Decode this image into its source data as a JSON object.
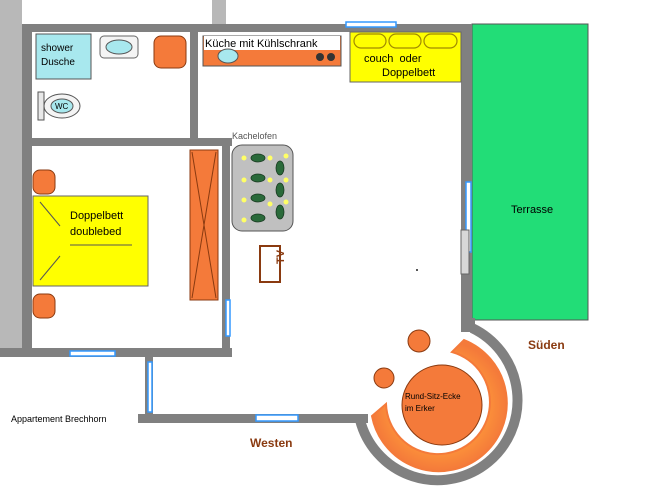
{
  "rooms": {
    "shower": {
      "line1": "shower",
      "line2": "Dusche"
    },
    "wc": "WC",
    "kitchen": "Küche mit Kühlschrank",
    "couch": {
      "line1": "couch  oder",
      "line2": "Doppelbett"
    },
    "stove": "Kachelofen",
    "bed": {
      "line1": "Doppelbett",
      "line2": "doublebed"
    },
    "tv": "TV",
    "terrace": "Terrasse",
    "bay": {
      "line1": "Rund-Sitz-Ecke",
      "line2": "im Erker"
    }
  },
  "directions": {
    "south": "Süden",
    "west": "Westen"
  },
  "apartment_name": "Appartement Brechhorn",
  "colors": {
    "wall": "#808080",
    "terrace": "#22dd77",
    "bed": "#ffff00",
    "furniture": "#f47a3a",
    "furniture_stroke": "#8a3a10",
    "tile_stove": "#c0c0c0",
    "window": "#3399ff",
    "shower": "#a8e8ee",
    "direction_text": "#8a3a10"
  }
}
